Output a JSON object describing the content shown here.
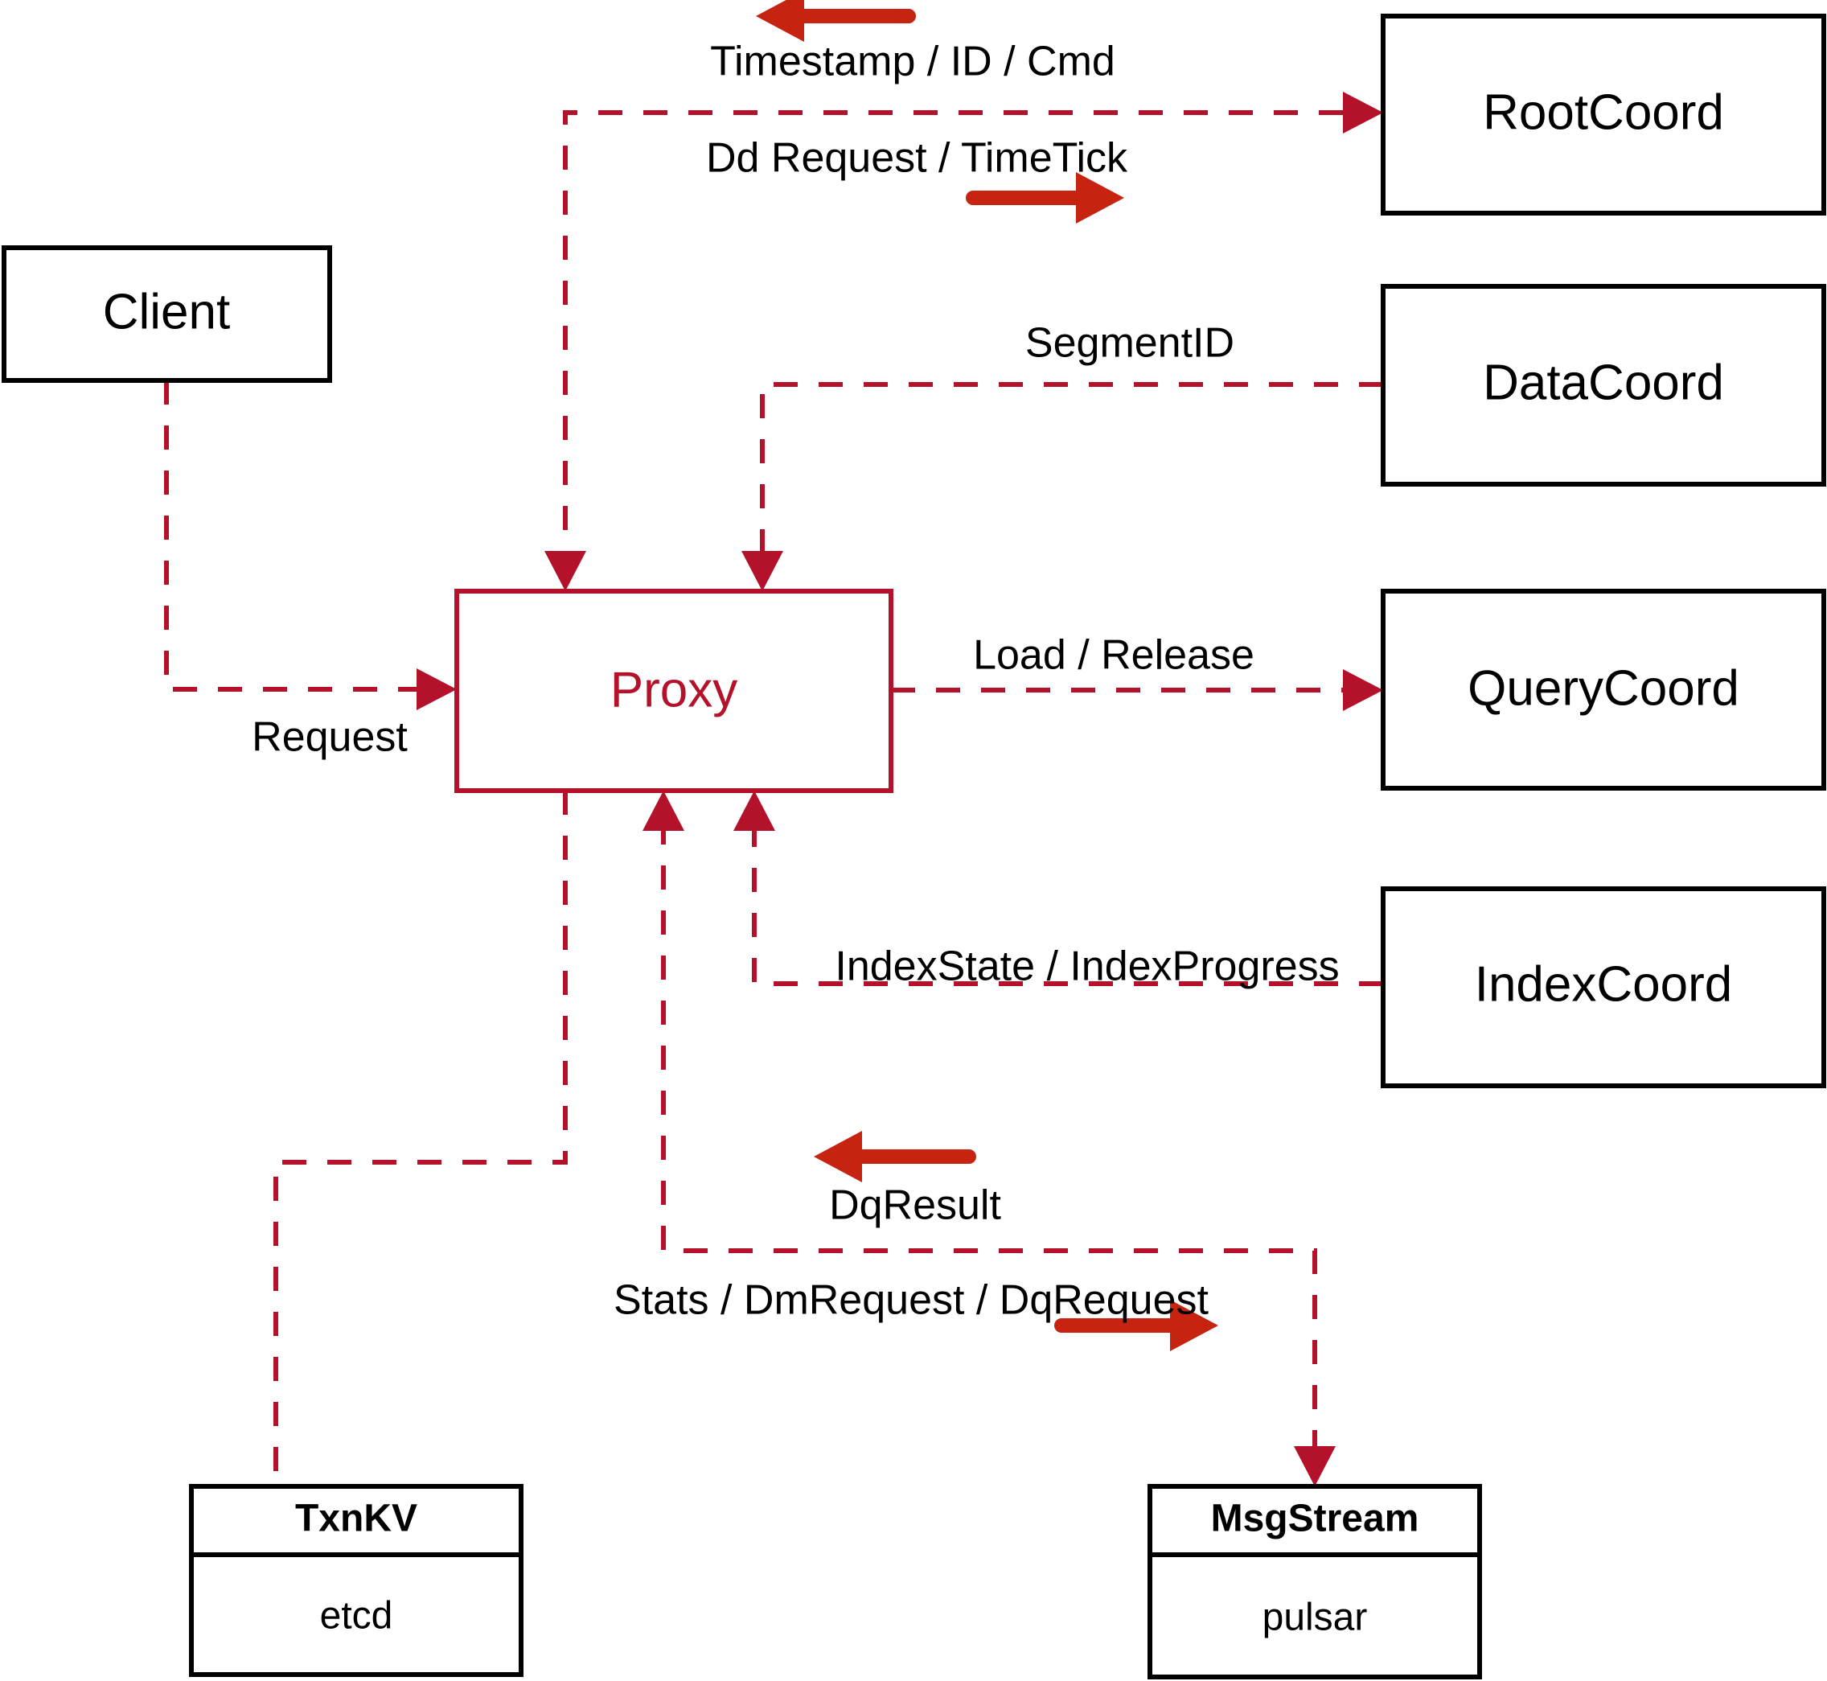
{
  "diagram": {
    "title": "Milvus Proxy interaction diagram",
    "colors": {
      "flow": "#B4122B",
      "direction_arrow": "#C62411",
      "node_stroke": "#000000",
      "background": "#FFFFFF"
    },
    "nodes": [
      {
        "id": "client",
        "label": "Client",
        "style": "plain"
      },
      {
        "id": "proxy",
        "label": "Proxy",
        "style": "accent"
      },
      {
        "id": "rootcoord",
        "label": "RootCoord",
        "style": "plain"
      },
      {
        "id": "datacoord",
        "label": "DataCoord",
        "style": "plain"
      },
      {
        "id": "querycoord",
        "label": "QueryCoord",
        "style": "plain"
      },
      {
        "id": "indexcoord",
        "label": "IndexCoord",
        "style": "plain"
      },
      {
        "id": "txnkv",
        "label": "TxnKV",
        "sub": "etcd",
        "style": "split"
      },
      {
        "id": "msgstream",
        "label": "MsgStream",
        "sub": "pulsar",
        "style": "split"
      }
    ],
    "edge_labels": {
      "timestamp_id_cmd": "Timestamp / ID / Cmd",
      "dd_request_timetick": "Dd Request / TimeTick",
      "segment_id": "SegmentID",
      "request": "Request",
      "load_release": "Load / Release",
      "index_state_progress": "IndexState / IndexProgress",
      "dq_result": "DqResult",
      "stats_dm_dq_request": "Stats / DmRequest / DqRequest"
    },
    "direction_arrows": [
      {
        "id": "timestamp-arrow",
        "direction": "left",
        "for": "Timestamp / ID / Cmd"
      },
      {
        "id": "ddrequest-arrow",
        "direction": "right",
        "for": "Dd Request / TimeTick"
      },
      {
        "id": "dqresult-arrow",
        "direction": "left",
        "for": "DqResult"
      },
      {
        "id": "stats-arrow",
        "direction": "right",
        "for": "Stats / DmRequest / DqRequest"
      }
    ]
  }
}
